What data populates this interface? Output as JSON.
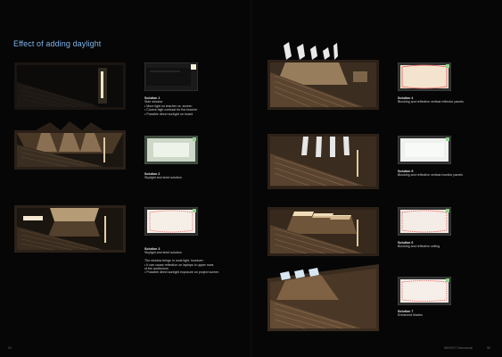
{
  "page": {
    "title": "Effect of adding daylight"
  },
  "solutions_left": [
    {
      "id": "s1",
      "title": "Solution 1",
      "lines": [
        "Side window",
        "• More light on teacher vs. screen",
        "• Covers high contrast for the teacher",
        "• Possible direct sunlight on board"
      ]
    },
    {
      "id": "s2",
      "title": "Solution 2",
      "lines": [
        "Skylight and shed solution"
      ]
    },
    {
      "id": "s3",
      "title": "Solution 3",
      "lines": [
        "Skylight and shed solution",
        "",
        "The window brings in most light, however:",
        "• It can cause reflection on laptops in upper rows",
        "  of the auditorium",
        "• Possible direct sunlight exposure on project screen"
      ]
    }
  ],
  "solutions_right": [
    {
      "id": "s4",
      "title": "Solution 4",
      "lines": [
        "Blocking and reflective vertical reflector panels"
      ]
    },
    {
      "id": "s5",
      "title": "Solution 5",
      "lines": [
        "Blocking and reflective vertical monitor panels"
      ]
    },
    {
      "id": "s6",
      "title": "Solution 6",
      "lines": [
        "Blocking and reflective ceiling"
      ]
    },
    {
      "id": "s7",
      "title": "Solution 7",
      "lines": [
        "Enhanced blades"
      ]
    }
  ],
  "footer": {
    "left_page": "94",
    "right_page_label": "WEIGHT Extensional",
    "right_page": "95"
  },
  "colors": {
    "title": "#7fb3ea",
    "background": "#060606",
    "warm_light": "#e9c89a",
    "plan_glow": "#f4e4cf"
  }
}
